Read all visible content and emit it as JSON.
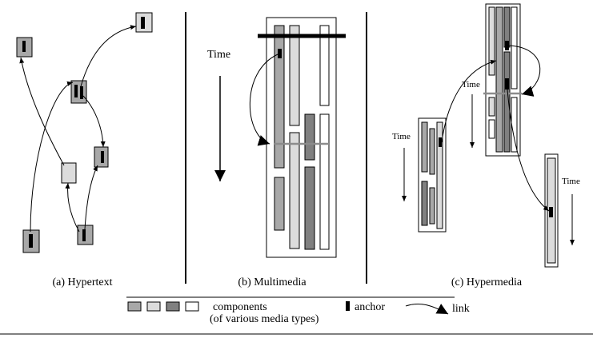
{
  "panels": {
    "hypertext": {
      "caption": "(a) Hypertext"
    },
    "multimedia": {
      "caption": "(b) Multimedia",
      "time_label": "Time"
    },
    "hypermedia": {
      "caption": "(c) Hypermedia",
      "time_label_left": "Time",
      "time_label_center": "Time",
      "time_label_right": "Time"
    }
  },
  "legend": {
    "components_line1": "components",
    "components_line2": "(of various media types)",
    "anchor_label": "anchor",
    "link_label": "link"
  },
  "colors": {
    "mid_gray": "#a8a8a8",
    "light_gray": "#dcdcdc",
    "dark_gray": "#808080",
    "white": "#ffffff",
    "black": "#000000"
  }
}
